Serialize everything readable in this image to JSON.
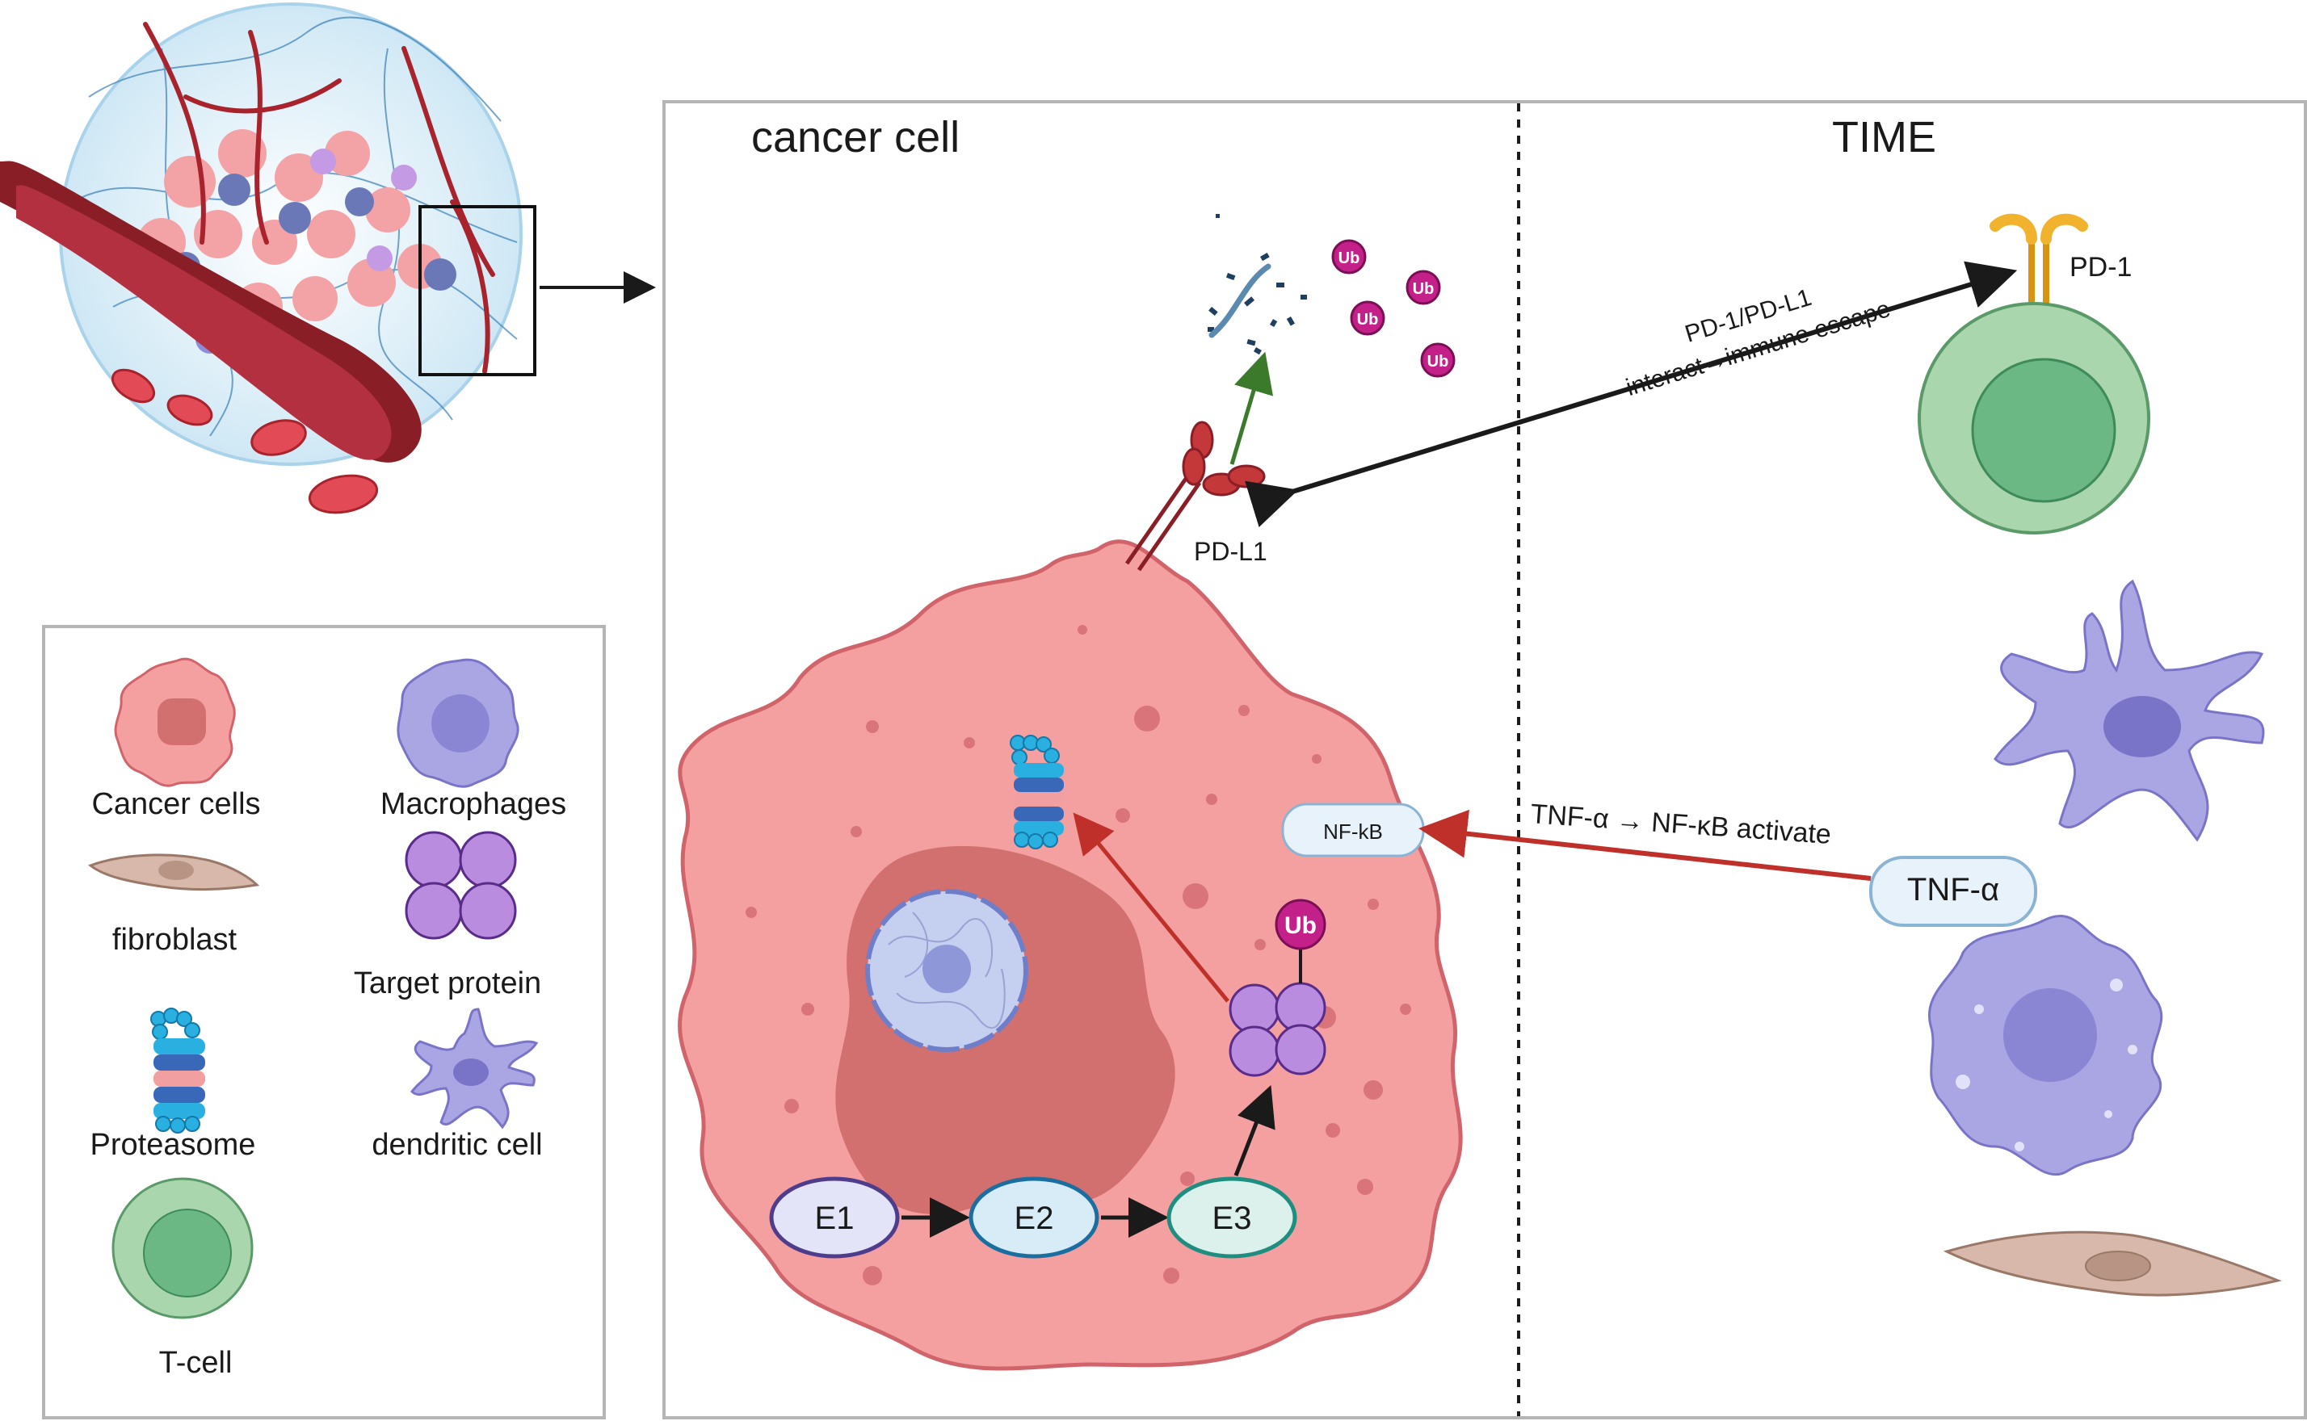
{
  "panel": {
    "left_title": "cancer cell",
    "right_title": "TIME"
  },
  "labels": {
    "pd1": "PD-1",
    "pdl1": "PD-L1",
    "pd_interaction_line1": "PD-1/PD-L1",
    "pd_interaction_line2": "interact→immune escape",
    "nfkb": "NF-kB",
    "tnf": "TNF-α",
    "tnf_arrow": "TNF-α → NF-κB activate",
    "ub": "Ub",
    "e1": "E1",
    "e2": "E2",
    "e3": "E3"
  },
  "legend": {
    "cancer_cells": "Cancer cells",
    "macrophages": "Macrophages",
    "fibroblast": "fibroblast",
    "target_protein": "Target protein",
    "proteasome": "Proteasome",
    "dendritic_cell": "dendritic cell",
    "t_cell": "T-cell"
  },
  "colors": {
    "cancer_fill": "#f4a0a0",
    "cancer_stroke": "#d0646a",
    "nucleus_outer": "#d27070",
    "tcell_outer": "#a9d6ad",
    "tcell_inner": "#6cb884",
    "macrophage": "#aaa6e4",
    "target_protein": "#b98ce0",
    "ub": "#c4208a",
    "pd1": "#f1b22d",
    "pdl1": "#c4383a",
    "arrow_red": "#c0302a",
    "arrow_green": "#3a7a2a",
    "arrow_black": "#1a1a1a",
    "vessel": "#8a1e26",
    "fibroblast": "#d8b8aa"
  },
  "icons": [
    "tumor-vessel-illustration",
    "cancer-cell-icon",
    "t-cell-icon",
    "macrophage-icon",
    "dendritic-cell-icon",
    "fibroblast-icon",
    "proteasome-icon",
    "target-protein-icon",
    "ub-tag-icon",
    "pd1-receptor-icon",
    "pdl1-ligand-icon"
  ]
}
